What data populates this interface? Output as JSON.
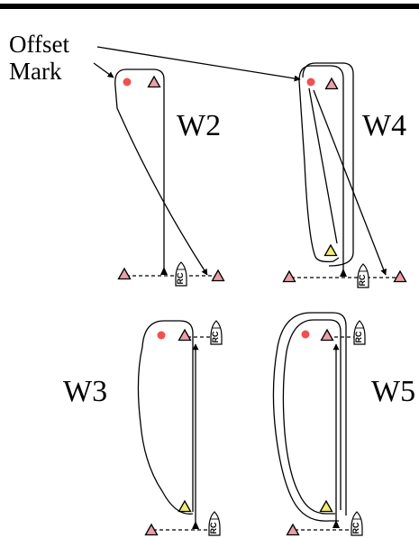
{
  "annotation": {
    "line1": "Offset",
    "line2": "Mark"
  },
  "courses": {
    "w2": {
      "label": "W2"
    },
    "w4": {
      "label": "W4"
    },
    "w3": {
      "label": "W3"
    },
    "w5": {
      "label": "W5"
    }
  },
  "committee_boat": {
    "label": "RC"
  },
  "colors": {
    "pink_mark": "#e9a0a8",
    "yellow_mark": "#f4ee6a",
    "offset_mark": "#f05050",
    "rule": "#000000",
    "line": "#000000"
  }
}
